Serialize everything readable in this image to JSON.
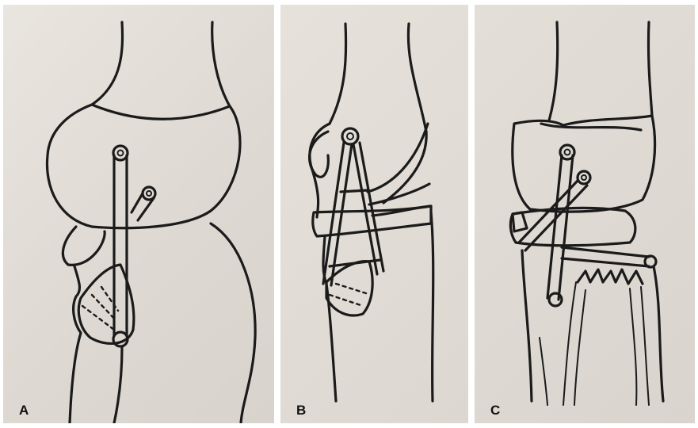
{
  "panels": [
    {
      "id": "A",
      "label": "A"
    },
    {
      "id": "B",
      "label": "B"
    },
    {
      "id": "C",
      "label": "C"
    }
  ],
  "colors": {
    "line": "#1b1b1b",
    "paper": "#e2ded7"
  }
}
